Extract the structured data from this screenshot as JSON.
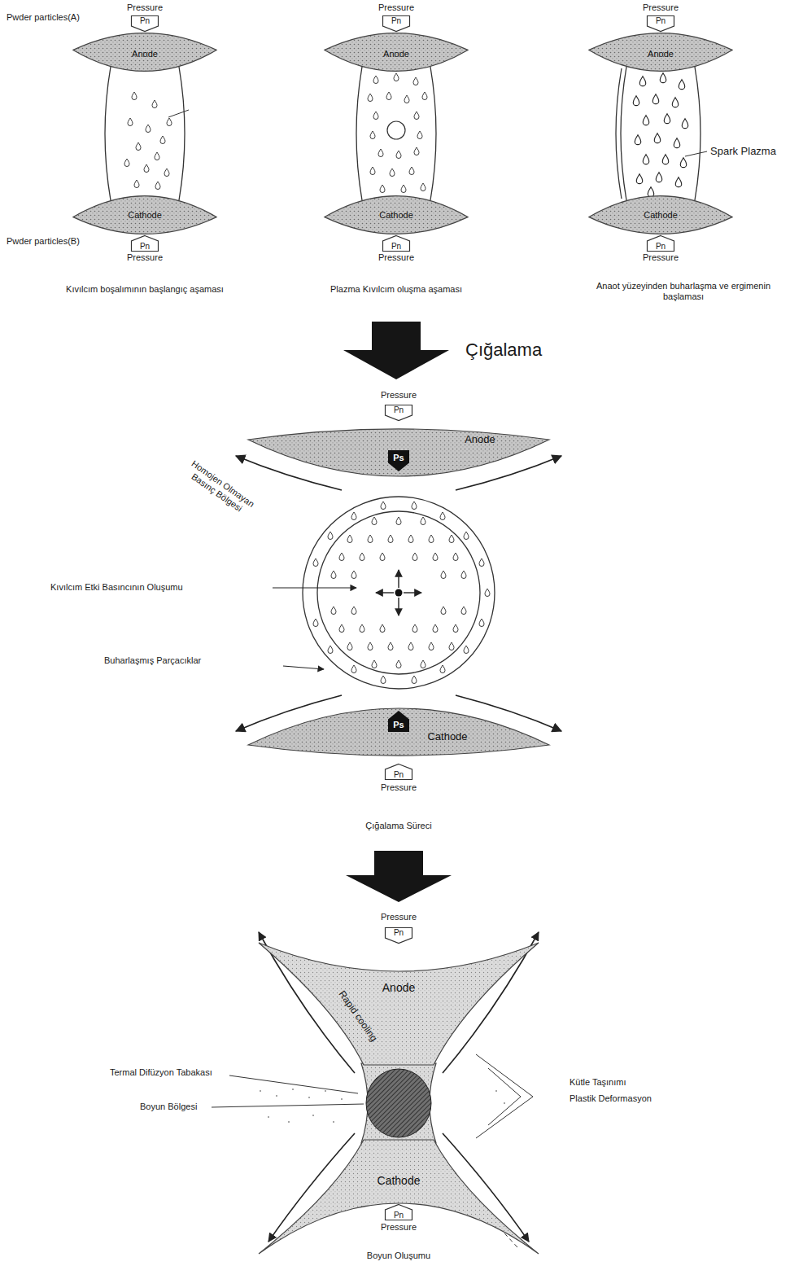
{
  "diagram": {
    "nodes": [
      {
        "text": [
          "Pn"
        ]
      },
      {
        "text": [
          "Anode"
        ]
      },
      {
        "text": [
          "Cathode"
        ]
      },
      {
        "text": [
          "Pn"
        ]
      },
      {
        "text": [
          "Pn"
        ]
      },
      {
        "text": [
          "Anode"
        ]
      },
      {
        "text": [
          "Cathode"
        ]
      },
      {
        "text": [
          "Pn"
        ]
      },
      {
        "text": [
          "Pn"
        ]
      },
      {
        "text": [
          "Anode"
        ]
      },
      {
        "text": [
          "Cathode"
        ]
      },
      {
        "text": [
          "Pn"
        ]
      },
      {
        "text": [
          "Pn"
        ]
      },
      {
        "text": [
          "Anode"
        ]
      },
      {
        "text": [
          "Ps"
        ],
        "in": 13
      },
      {
        "text": [
          "Cathode"
        ]
      },
      {
        "text": [
          "Ps"
        ],
        "in": 15
      },
      {
        "text": [
          "Pn"
        ]
      },
      {
        "text": [
          "Pn"
        ]
      },
      {
        "text": [
          "Anode"
        ]
      },
      {
        "text": [
          "Cathode"
        ]
      },
      {
        "text": [
          "Pn"
        ]
      }
    ],
    "labels": [
      "Pressure",
      "Pwder particles(A)",
      "Pwder particles(B)",
      "Pressure",
      "Kıvılcım boşalımının başlangıç aşaması",
      "Pressure",
      "Pressure",
      "Plazma Kıvılcım oluşma aşaması",
      "Pressure",
      "Spark Plazma",
      "Pressure",
      "Anaot yüzeyinden buharlaşma ve ergimenin başlaması",
      "Çığalama",
      "Pressure",
      "Homojen Olmayan Basınç Bölgesi",
      "Kıvılcım Etki Basıncının Oluşumu",
      "Buharlaşmış Parçacıklar",
      "Pressure",
      "Çığalama Süreci",
      "Pressure",
      "Rapid cooling",
      "Termal Difüzyon Tabakası",
      "Boyun Bölgesi",
      "Kütle Taşınımı",
      "Plastik Deformasyon",
      "Pressure",
      "Boyun Oluşumu"
    ]
  }
}
